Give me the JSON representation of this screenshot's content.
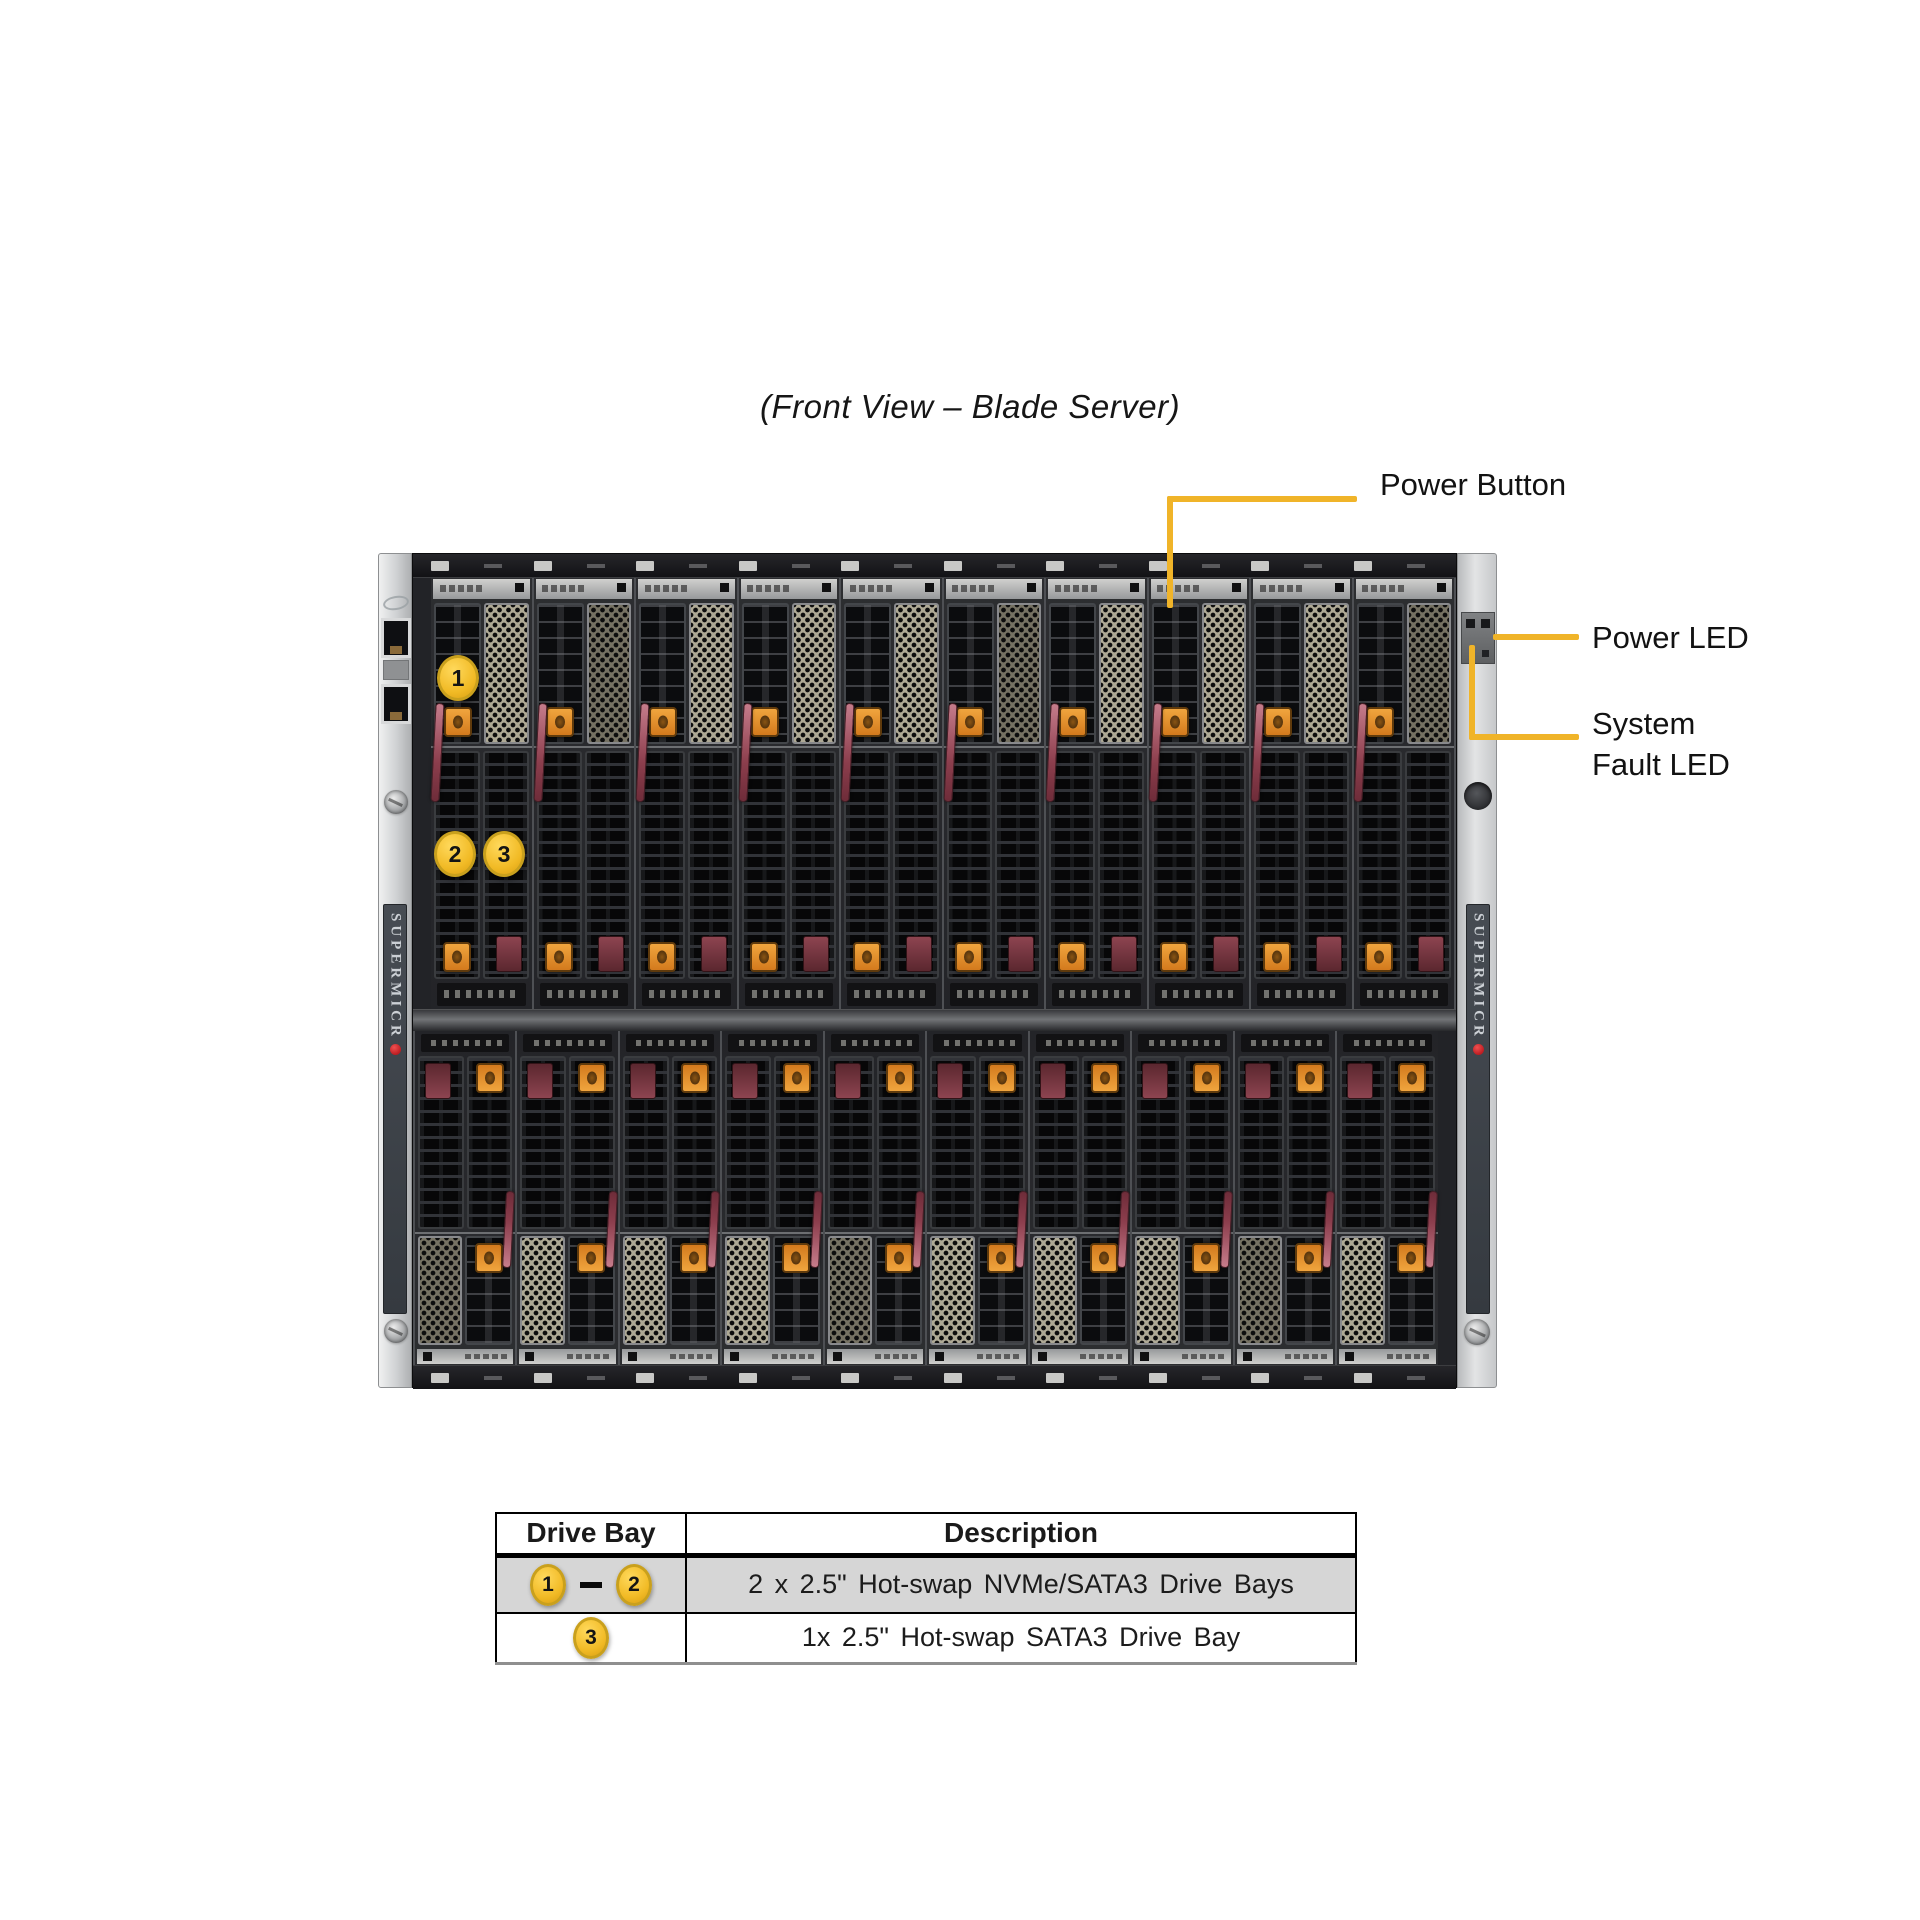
{
  "title": "(Front View – Blade Server)",
  "callouts": {
    "power_button": "Power Button",
    "power_led": "Power LED",
    "system_fault_led": "System Fault LED"
  },
  "markers": {
    "m1": "1",
    "m2": "2",
    "m3": "3"
  },
  "chassis": {
    "brand": "SUPERMICR",
    "blade_count": 10
  },
  "table": {
    "headers": [
      "Drive Bay",
      "Description"
    ],
    "rows": [
      {
        "bays": [
          "1",
          "2"
        ],
        "description": "2 x 2.5\" Hot-swap NVMe/SATA3 Drive Bays"
      },
      {
        "bays": [
          "3"
        ],
        "description": "1x 2.5\" Hot-swap SATA3 Drive Bay"
      }
    ]
  },
  "colors": {
    "callout_line": "#F0B429",
    "marker_fill": "#F1BA25",
    "latch_orange": "#E18A2E",
    "lever_red": "#8C3E4D",
    "table_row_gray": "#D6D6D6"
  }
}
